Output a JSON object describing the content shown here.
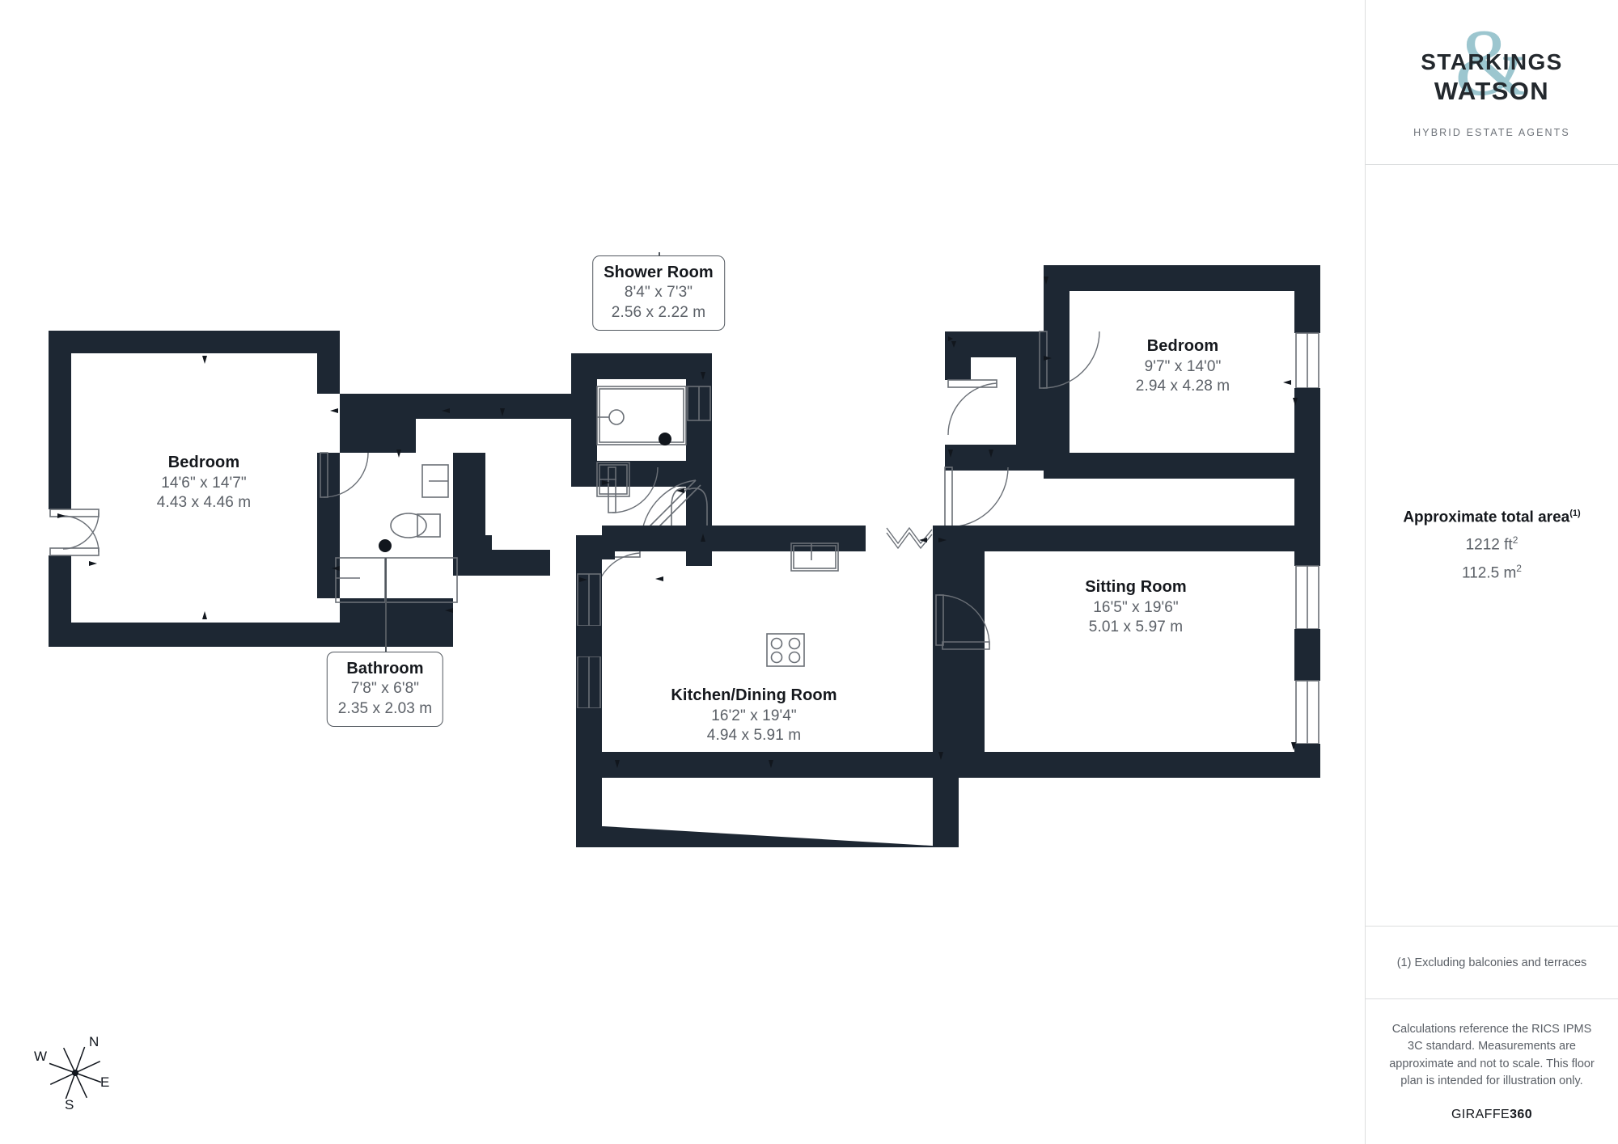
{
  "brand": {
    "logo_line1": "STARKINGS",
    "logo_line2": "WATSON",
    "ampersand": "&",
    "tagline": "HYBRID ESTATE AGENTS",
    "accent_color": "#9cc6cf",
    "ink_color": "#23282d"
  },
  "plan": {
    "wall_color": "#1d2733",
    "background": "#ffffff",
    "rooms": [
      {
        "id": "bedroom-left",
        "name": "Bedroom",
        "dim_imperial": "14'6\" x 14'7\"",
        "dim_metric": "4.43 x 4.46 m",
        "style": "inline"
      },
      {
        "id": "shower-room",
        "name": "Shower Room",
        "dim_imperial": "8'4\" x 7'3\"",
        "dim_metric": "2.56 x 2.22 m",
        "style": "callout"
      },
      {
        "id": "bathroom",
        "name": "Bathroom",
        "dim_imperial": "7'8\" x 6'8\"",
        "dim_metric": "2.35 x 2.03 m",
        "style": "callout"
      },
      {
        "id": "kitchen-dining",
        "name": "Kitchen/Dining Room",
        "dim_imperial": "16'2\" x 19'4\"",
        "dim_metric": "4.94 x 5.91 m",
        "style": "inline"
      },
      {
        "id": "bedroom-right",
        "name": "Bedroom",
        "dim_imperial": "9'7\" x 14'0\"",
        "dim_metric": "2.94 x 4.28 m",
        "style": "inline"
      },
      {
        "id": "sitting-room",
        "name": "Sitting Room",
        "dim_imperial": "16'5\" x 19'6\"",
        "dim_metric": "5.01 x 5.97 m",
        "style": "inline"
      }
    ]
  },
  "compass": {
    "north": "N",
    "east": "E",
    "south": "S",
    "west": "W"
  },
  "area": {
    "title": "Approximate total area",
    "title_footnote": "(1)",
    "imperial": "1212 ft",
    "imperial_unit": "2",
    "metric": "112.5 m",
    "metric_unit": "2"
  },
  "footnote": {
    "text": "(1) Excluding balconies and terraces"
  },
  "legal": {
    "text": "Calculations reference the RICS IPMS 3C standard. Measurements are approximate and not to scale. This floor plan is intended for illustration only.",
    "provider_prefix": "GIRAFFE",
    "provider_suffix": "360"
  }
}
